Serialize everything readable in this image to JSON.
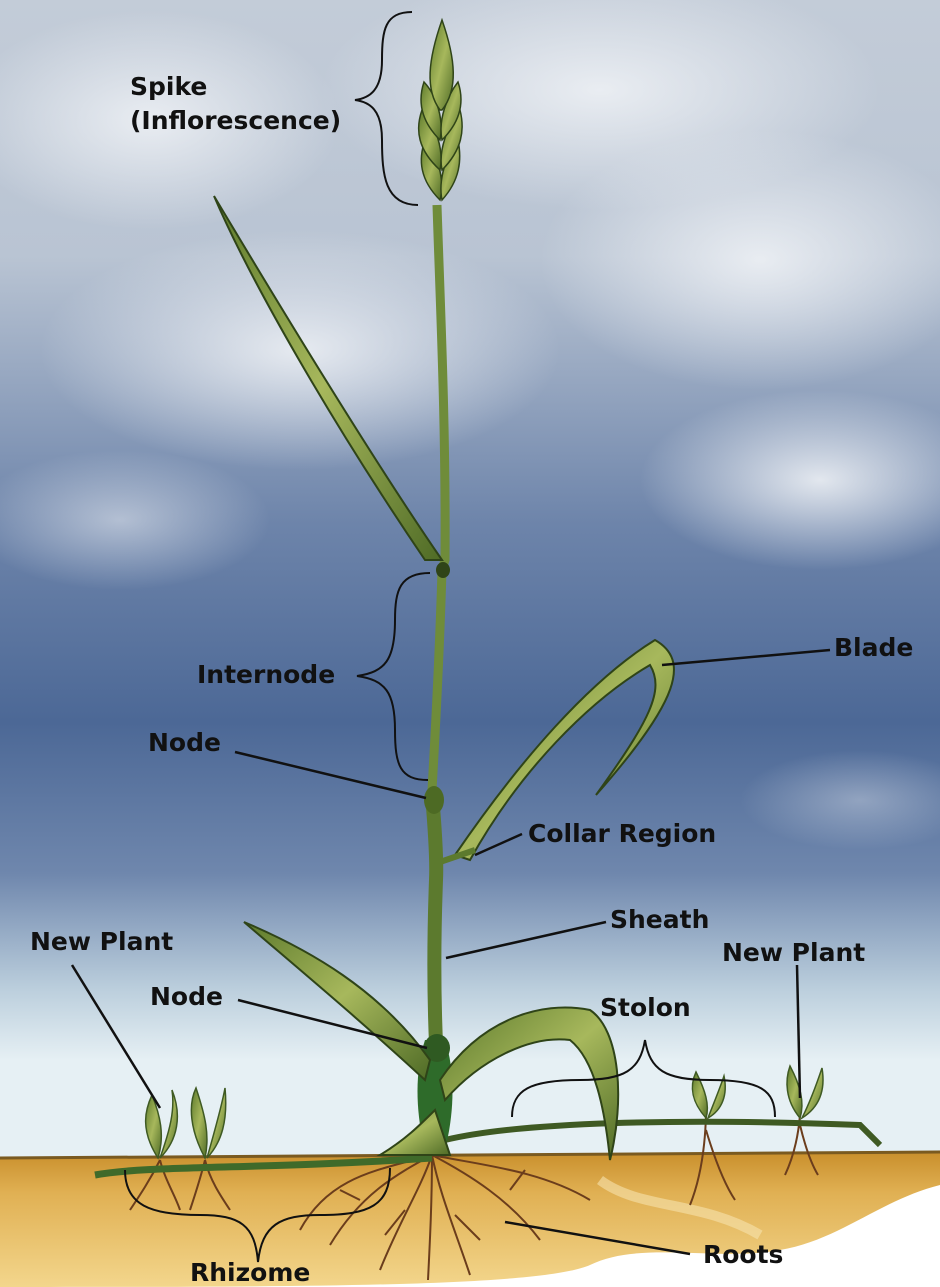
{
  "labels": {
    "spike": "Spike",
    "inflorescence": "(Inflorescence)",
    "blade": "Blade",
    "internode": "Internode",
    "node_upper": "Node",
    "collar_region": "Collar Region",
    "sheath": "Sheath",
    "new_plant_left": "New Plant",
    "new_plant_right": "New Plant",
    "node_lower": "Node",
    "stolon": "Stolon",
    "rhizome": "Rhizome",
    "roots": "Roots"
  },
  "colors": {
    "sky_top": "#c9d1db",
    "sky_bottom": "#4e6995",
    "horizon": "#d9e6ee",
    "soil": "#d9a845",
    "leaf": "#8ea24a",
    "leaf_dark": "#3f5a23",
    "stem": "#6f8c3a",
    "root": "#6b3d1c",
    "leader": "#111111"
  }
}
